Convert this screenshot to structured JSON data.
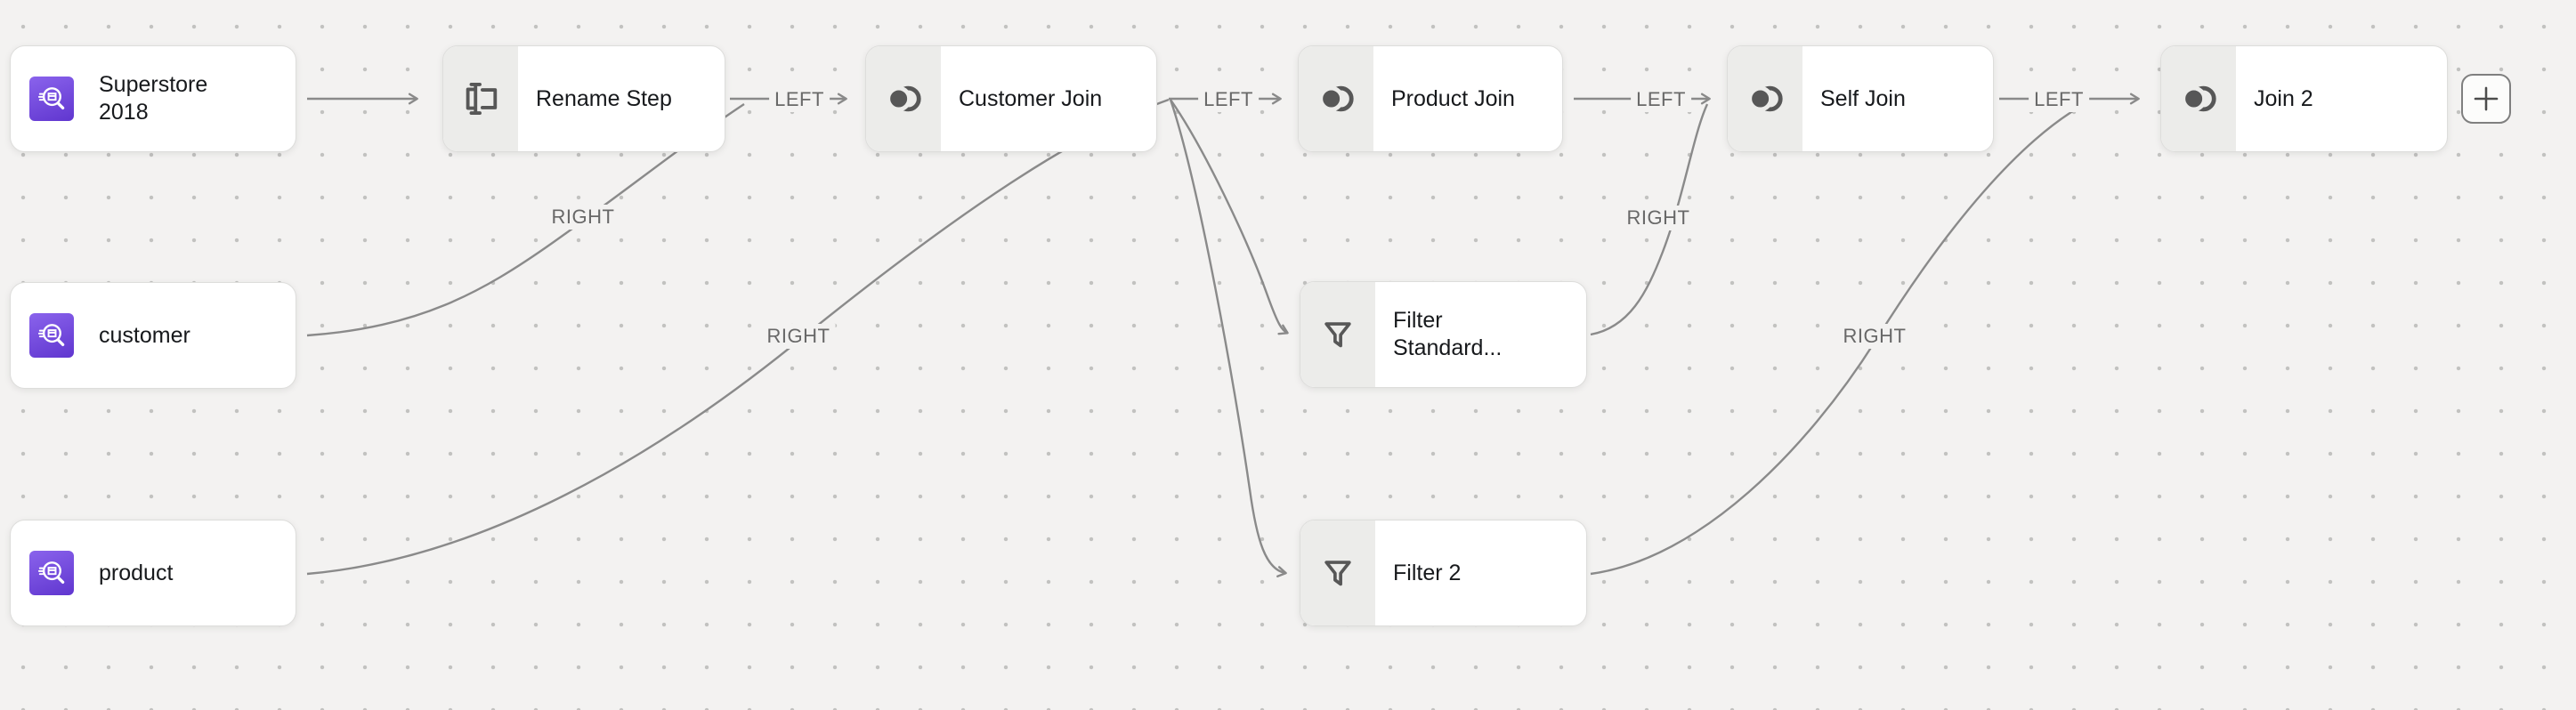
{
  "colors": {
    "canvas_bg": "#f3f2f1",
    "dot_grid": "#c2c2c0",
    "node_bg": "#ffffff",
    "node_icon_panel": "#ececea",
    "node_text": "#17191c",
    "edge_line": "#8a8a8a",
    "edge_label_text": "#686868",
    "dataset_icon_gradient_start": "#8a63ec",
    "dataset_icon_gradient_end": "#6036cf",
    "step_icon": "#575757"
  },
  "nodes": [
    {
      "id": "superstore-2018",
      "type": "dataset",
      "icon": "dataset-icon",
      "label": "Superstore 2018"
    },
    {
      "id": "rename-step",
      "type": "step",
      "icon": "rename-icon",
      "label": "Rename Step"
    },
    {
      "id": "customer-join",
      "type": "step",
      "icon": "join-icon",
      "label": "Customer Join"
    },
    {
      "id": "product-join",
      "type": "step",
      "icon": "join-icon",
      "label": "Product Join"
    },
    {
      "id": "self-join",
      "type": "step",
      "icon": "join-icon",
      "label": "Self Join"
    },
    {
      "id": "join-2",
      "type": "step",
      "icon": "join-icon",
      "label": "Join 2"
    },
    {
      "id": "customer",
      "type": "dataset",
      "icon": "dataset-icon",
      "label": "customer"
    },
    {
      "id": "product",
      "type": "dataset",
      "icon": "dataset-icon",
      "label": "product"
    },
    {
      "id": "filter-standard",
      "type": "step",
      "icon": "filter-icon",
      "label": "Filter Standard..."
    },
    {
      "id": "filter-2",
      "type": "step",
      "icon": "filter-icon",
      "label": "Filter 2"
    }
  ],
  "edges": [
    {
      "from": "superstore-2018",
      "to": "rename-step",
      "label": ""
    },
    {
      "from": "rename-step",
      "to": "customer-join",
      "label": "LEFT"
    },
    {
      "from": "customer",
      "to": "customer-join",
      "label": "RIGHT"
    },
    {
      "from": "customer-join",
      "to": "product-join",
      "label": "LEFT"
    },
    {
      "from": "product",
      "to": "product-join",
      "label": "RIGHT"
    },
    {
      "from": "customer-join",
      "to": "filter-standard",
      "label": ""
    },
    {
      "from": "customer-join",
      "to": "filter-2",
      "label": ""
    },
    {
      "from": "product-join",
      "to": "self-join",
      "label": "LEFT"
    },
    {
      "from": "filter-standard",
      "to": "self-join",
      "label": "RIGHT"
    },
    {
      "from": "self-join",
      "to": "join-2",
      "label": "LEFT"
    },
    {
      "from": "filter-2",
      "to": "join-2",
      "label": "RIGHT"
    }
  ],
  "add_node_button": {
    "icon": "plus-icon"
  }
}
